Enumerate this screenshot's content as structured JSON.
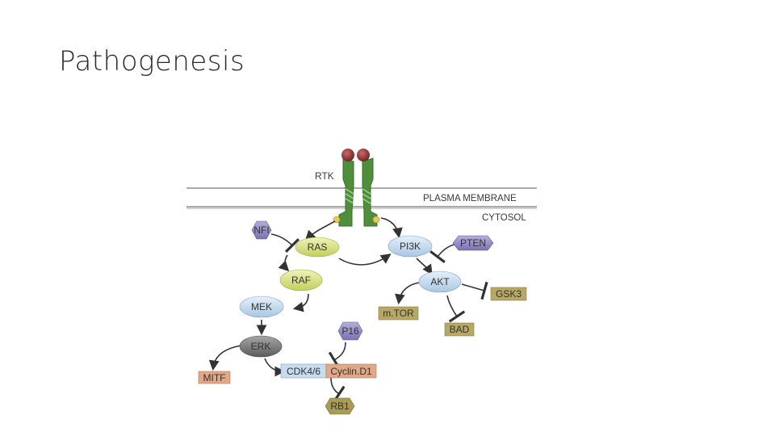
{
  "slide": {
    "title": "Pathogenesis"
  },
  "labels": {
    "rtk": "RTK",
    "plasma_membrane": "PLASMA MEMBRANE",
    "cytosol": "CYTOSOL"
  },
  "nodes": {
    "nf1": "NFI",
    "ras": "RAS",
    "raf": "RAF",
    "mek": "MEK",
    "erk": "ERK",
    "mitf": "MITF",
    "pi3k": "PI3K",
    "pten": "PTEN",
    "akt": "AKT",
    "gsk3": "GSK3",
    "mtor": "m.TOR",
    "bad": "BAD",
    "p16": "P16",
    "cdk46": "CDK4/6",
    "cyclind1": "Cyclin.D1",
    "rb1": "RB1"
  },
  "colors": {
    "receptor_green": "#4f8f3c",
    "ligand_red": "#8b2c2c",
    "ras_raf_yellow": "#d5e07a",
    "blue_node": "#c7dcef",
    "erk_gray": "#7d7d7d",
    "hexagon_purple": "#8e87c2",
    "tan_box": "#b7a867",
    "salmon_box": "#e0a887",
    "rb1_olive": "#a99b52"
  }
}
